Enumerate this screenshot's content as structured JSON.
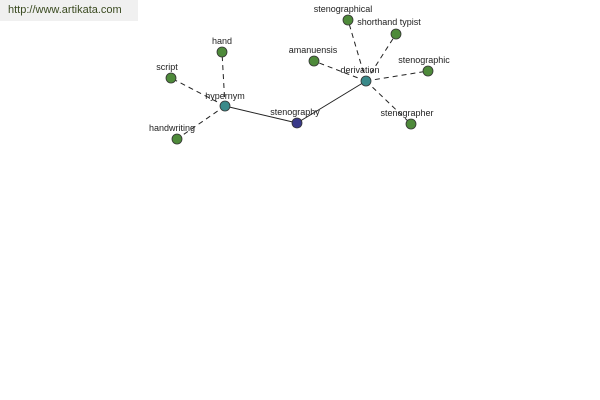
{
  "site": {
    "url": "http://www.artikata.com"
  },
  "colors": {
    "leaf": "#4e8a3a",
    "relation": "#3a8a8a",
    "root": "#3a3a8a"
  },
  "graph": {
    "nodes": [
      {
        "id": "stenography",
        "label": "stenography",
        "kind": "root"
      },
      {
        "id": "hypernym",
        "label": "hypernym",
        "kind": "relation"
      },
      {
        "id": "derivation",
        "label": "derivation",
        "kind": "relation"
      },
      {
        "id": "hand",
        "label": "hand",
        "kind": "leaf"
      },
      {
        "id": "script",
        "label": "script",
        "kind": "leaf"
      },
      {
        "id": "handwriting",
        "label": "handwriting",
        "kind": "leaf"
      },
      {
        "id": "stenographical",
        "label": "stenographical",
        "kind": "leaf"
      },
      {
        "id": "shorthand-typist",
        "label": "shorthand typist",
        "kind": "leaf"
      },
      {
        "id": "amanuensis",
        "label": "amanuensis",
        "kind": "leaf"
      },
      {
        "id": "stenographic",
        "label": "stenographic",
        "kind": "leaf"
      },
      {
        "id": "stenographer",
        "label": "stenographer",
        "kind": "leaf"
      }
    ],
    "edges": [
      {
        "from": "stenography",
        "to": "hypernym",
        "style": "solid"
      },
      {
        "from": "stenography",
        "to": "derivation",
        "style": "solid"
      },
      {
        "from": "hypernym",
        "to": "hand",
        "style": "dashed"
      },
      {
        "from": "hypernym",
        "to": "script",
        "style": "dashed"
      },
      {
        "from": "hypernym",
        "to": "handwriting",
        "style": "dashed"
      },
      {
        "from": "derivation",
        "to": "stenographical",
        "style": "dashed"
      },
      {
        "from": "derivation",
        "to": "shorthand-typist",
        "style": "dashed"
      },
      {
        "from": "derivation",
        "to": "amanuensis",
        "style": "dashed"
      },
      {
        "from": "derivation",
        "to": "stenographic",
        "style": "dashed"
      },
      {
        "from": "derivation",
        "to": "stenographer",
        "style": "dashed"
      }
    ]
  }
}
